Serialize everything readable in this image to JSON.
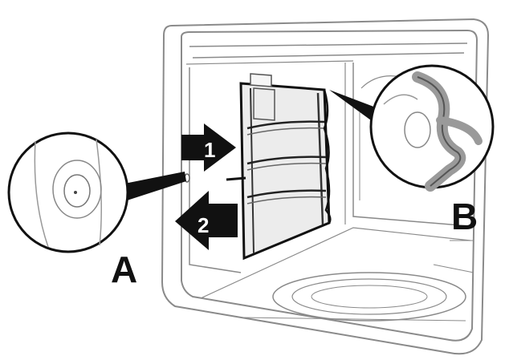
{
  "labels": {
    "detail_a": "A",
    "detail_b": "B",
    "step_1": "1",
    "step_2": "2"
  },
  "icons": {
    "arrow_in": "arrow-right-icon",
    "arrow_out": "arrow-left-icon"
  },
  "colors": {
    "line": "#8a8a8a",
    "dark": "#111111",
    "guide_fill": "#e8e8e8",
    "rod": "#9a9a9a"
  }
}
